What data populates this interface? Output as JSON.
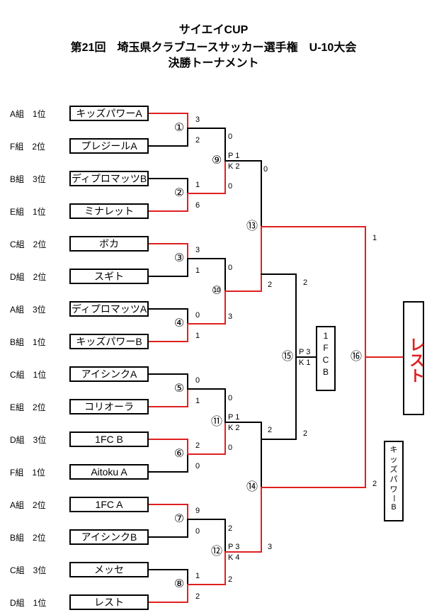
{
  "title": {
    "line1": "サイエイCUP",
    "line2": "第21回　埼玉県クラブユースサッカー選手権　U-10大会",
    "line3": "決勝トーナメント"
  },
  "teams": [
    {
      "group": "A組　1位",
      "name": "キッズパワーA"
    },
    {
      "group": "F組　2位",
      "name": "プレジールA"
    },
    {
      "group": "B組　3位",
      "name": "ディプロマッツB"
    },
    {
      "group": "E組　1位",
      "name": "ミナレット"
    },
    {
      "group": "C組　2位",
      "name": "ボカ"
    },
    {
      "group": "D組　2位",
      "name": "スギト"
    },
    {
      "group": "A組　3位",
      "name": "ディプロマッツA"
    },
    {
      "group": "B組　1位",
      "name": "キッズパワーB"
    },
    {
      "group": "C組　1位",
      "name": "アイシンクA"
    },
    {
      "group": "E組　2位",
      "name": "コリオーラ"
    },
    {
      "group": "D組　3位",
      "name": "1FC B"
    },
    {
      "group": "F組　1位",
      "name": "Aitoku A"
    },
    {
      "group": "A組　2位",
      "name": "1FC A"
    },
    {
      "group": "B組　2位",
      "name": "アイシンクB"
    },
    {
      "group": "C組　3位",
      "name": "メッセ"
    },
    {
      "group": "D組　1位",
      "name": "レスト"
    }
  ],
  "matches": {
    "m1": "①",
    "m2": "②",
    "m3": "③",
    "m4": "④",
    "m5": "⑤",
    "m6": "⑥",
    "m7": "⑦",
    "m8": "⑧",
    "m9": "⑨",
    "m10": "⑩",
    "m11": "⑪",
    "m12": "⑫",
    "m13": "⑬",
    "m14": "⑭",
    "m15": "⑮",
    "m16": "⑯"
  },
  "scores": {
    "r1": [
      "3",
      "2",
      "1",
      "6",
      "3",
      "1",
      "0",
      "1",
      "0",
      "1",
      "2",
      "0",
      "9",
      "0",
      "1",
      "2"
    ],
    "r2": [
      "0",
      "0",
      "0",
      "3",
      "0",
      "0",
      "2",
      "2"
    ],
    "r3": [
      "0",
      "2",
      "2",
      "3"
    ],
    "r4": [
      "2",
      "2"
    ],
    "final": [
      "1",
      "2"
    ],
    "pk9a": "P 1",
    "pk9b": "K 2",
    "pk11a": "P 1",
    "pk11b": "K 2",
    "pk12a": "P 3",
    "pk12b": "K 4",
    "pk15a": "P 3",
    "pk15b": "K 1"
  },
  "third_place": [
    "1",
    "F",
    "C",
    "B"
  ],
  "champion": "レスト",
  "runner_up": [
    "キ",
    "ッ",
    "ズ",
    "パ",
    "ワ",
    "ー",
    "B"
  ]
}
